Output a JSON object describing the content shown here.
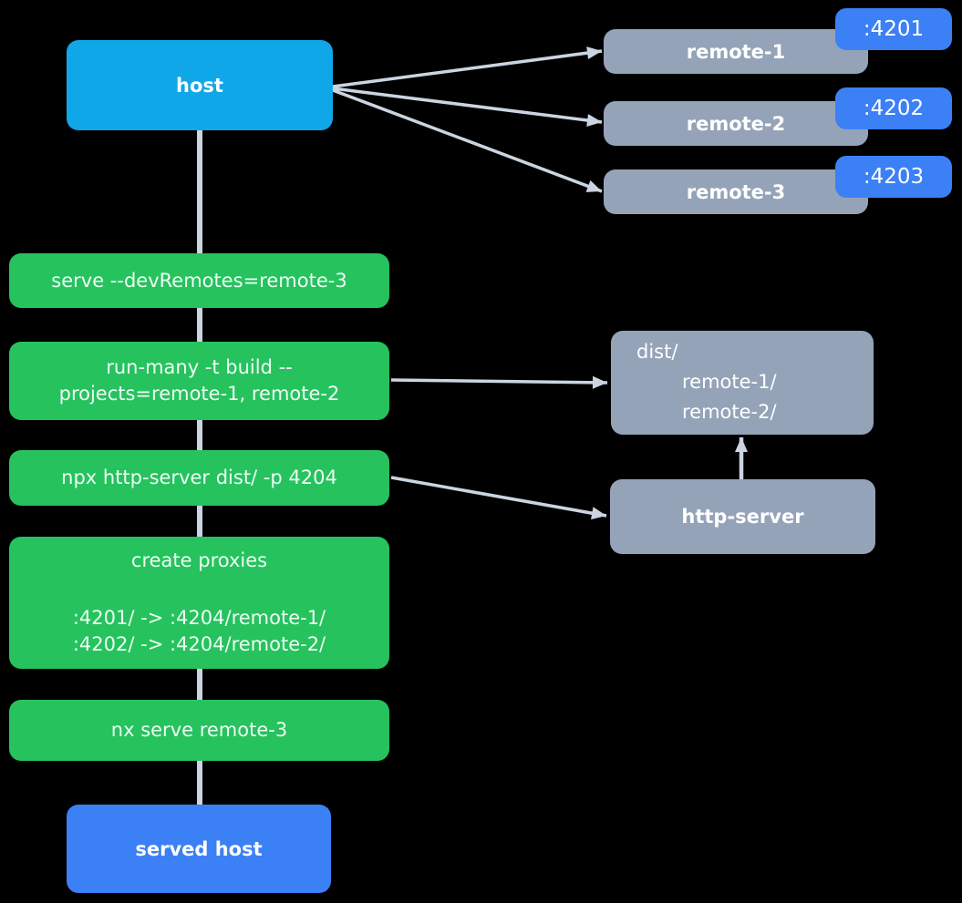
{
  "colors": {
    "background": "#000000",
    "host_node": "#10a7e9",
    "command_node": "#26c25e",
    "remote_node": "#95a3b8",
    "port_badge": "#3c80f6",
    "served_host_node": "#3c80f6",
    "arrow": "#cbd5e1",
    "text": "#ffffff"
  },
  "host": {
    "label": "host"
  },
  "remotes": [
    {
      "label": "remote-1",
      "port": ":4201"
    },
    {
      "label": "remote-2",
      "port": ":4202"
    },
    {
      "label": "remote-3",
      "port": ":4203"
    }
  ],
  "commands": [
    {
      "lines": [
        "serve --devRemotes=remote-3"
      ]
    },
    {
      "lines": [
        "run-many -t build --",
        "projects=remote-1, remote-2"
      ]
    },
    {
      "lines": [
        "npx http-server dist/ -p 4204"
      ]
    },
    {
      "title": "create proxies",
      "mappings": [
        ":4201/ -> :4204/remote-1/",
        ":4202/ -> :4204/remote-2/"
      ]
    },
    {
      "lines": [
        "nx serve remote-3"
      ]
    }
  ],
  "dist_folder": {
    "root": "dist/",
    "children": [
      "remote-1/",
      "remote-2/"
    ]
  },
  "http_server": {
    "label": "http-server"
  },
  "served_host": {
    "label": "served host"
  }
}
